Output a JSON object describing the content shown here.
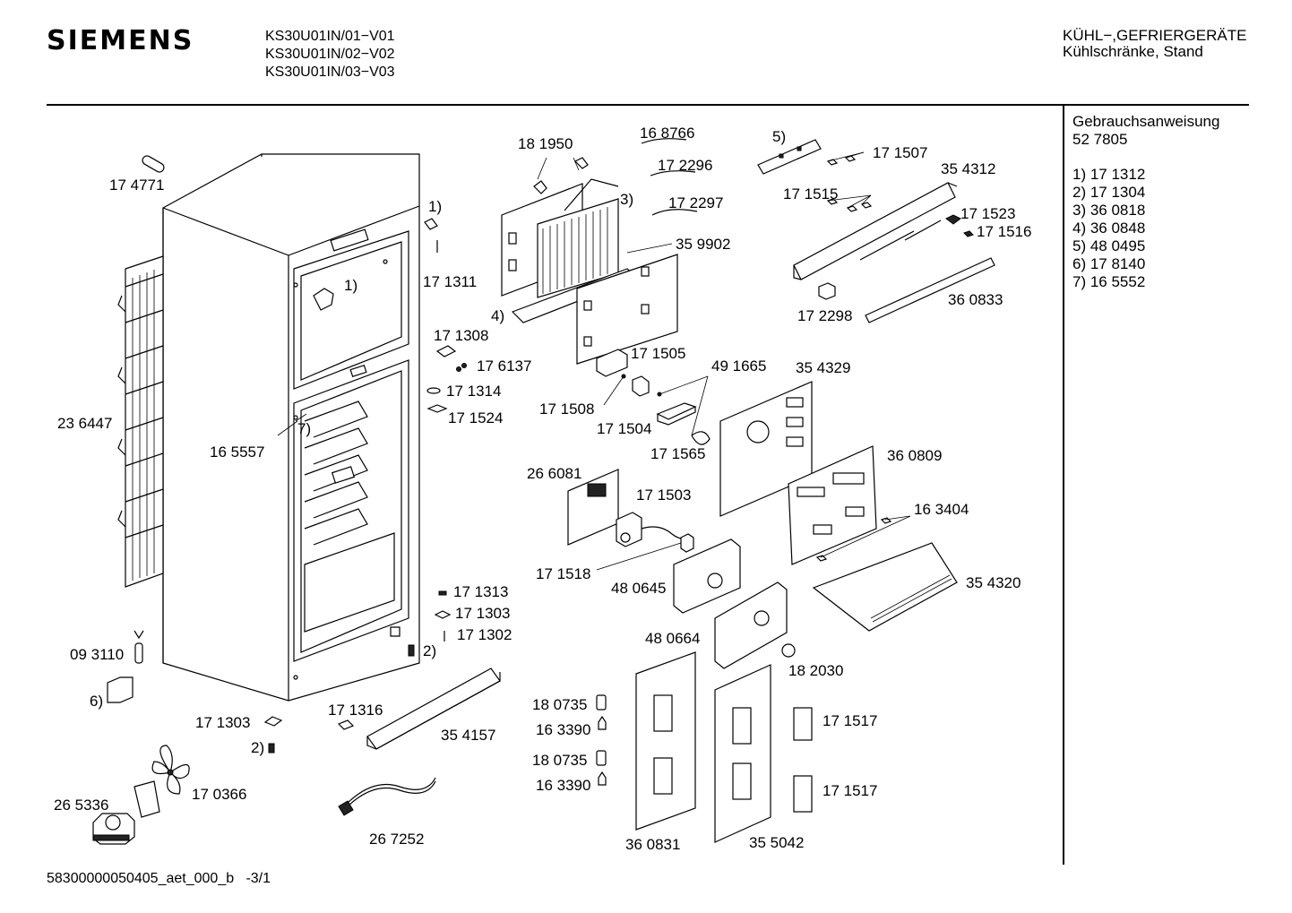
{
  "header": {
    "brand": "SIEMENS",
    "models": [
      "KS30U01IN/01−V01",
      "KS30U01IN/02−V02",
      "KS30U01IN/03−V03"
    ],
    "category_line1": "KÜHL−,GEFRIERGERÄTE",
    "category_line2": "Kühlschränke, Stand"
  },
  "sidebar": {
    "manual_label": "Gebrauchsanweisung",
    "manual_number": "52 7805",
    "footnotes": [
      "1) 17 1312",
      "2) 17 1304",
      "3) 36 0818",
      "4) 36 0848",
      "5) 48 0495",
      "6) 17 8140",
      "7) 16 5552"
    ]
  },
  "parts": [
    "17 4771",
    "23 6447",
    "16 5557",
    "7)",
    "1)",
    "1)",
    "17 1311",
    "2)",
    "18 1950",
    "16 8766",
    "17 2296",
    "17 2297",
    "3)",
    "35 9902",
    "4)",
    "5)",
    "17 1507",
    "35 4312",
    "17 1515",
    "17 1523",
    "17 1516",
    "17 2298",
    "36 0833",
    "17 1308",
    "17 6137",
    "17 1314",
    "17 1524",
    "17 1505",
    "49 1665",
    "17 1508",
    "17 1504",
    "17 1565",
    "35 4329",
    "26 6081",
    "17 1503",
    "36 0809",
    "16 3404",
    "17 1518",
    "48 0645",
    "35 4320",
    "17 1313",
    "17 1303",
    "17 1302",
    "48 0664",
    "18 2030",
    "09 3110",
    "6)",
    "17 1303",
    "2)",
    "17 1316",
    "35 4157",
    "18 0735",
    "16 3390",
    "18 0735",
    "16 3390",
    "17 1517",
    "17 1517",
    "26 5336",
    "17 0366",
    "26 7252",
    "36 0831",
    "35 5042"
  ],
  "footer": {
    "doc_id": "58300000050405_aet_000_b",
    "page": "-3/1"
  }
}
